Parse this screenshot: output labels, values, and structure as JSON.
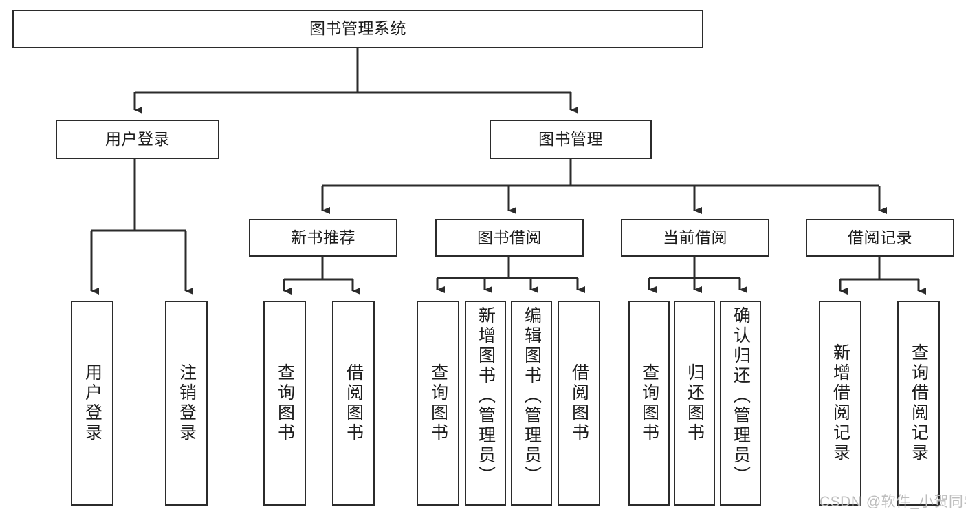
{
  "diagram": {
    "title": "图书管理系统",
    "type": "hierarchy-tree",
    "watermark": "CSDN @软件_小贺同学",
    "colors": {
      "background": "#ffffff",
      "box_border": "#2b2b2b",
      "box_fill": "#ffffff",
      "connector": "#2b2b2b",
      "text": "#1d1d1d",
      "watermark": "#bdbdbd"
    },
    "root": {
      "id": "root",
      "label": "图书管理系统"
    },
    "level1": [
      {
        "id": "user-login",
        "label": "用户登录"
      },
      {
        "id": "book-manage",
        "label": "图书管理"
      }
    ],
    "level2": [
      {
        "id": "new-book-rec",
        "label": "新书推荐",
        "parent": "book-manage"
      },
      {
        "id": "book-borrow",
        "label": "图书借阅",
        "parent": "book-manage"
      },
      {
        "id": "current-borrow",
        "label": "当前借阅",
        "parent": "book-manage"
      },
      {
        "id": "borrow-record",
        "label": "借阅记录",
        "parent": "book-manage"
      }
    ],
    "leaves": [
      {
        "id": "leaf-user-login",
        "label": "用户登录",
        "parent": "user-login"
      },
      {
        "id": "leaf-logout",
        "label": "注销登录",
        "parent": "user-login"
      },
      {
        "id": "leaf-query-book-1",
        "label": "查询图书",
        "parent": "new-book-rec"
      },
      {
        "id": "leaf-borrow-book-1",
        "label": "借阅图书",
        "parent": "new-book-rec"
      },
      {
        "id": "leaf-query-book-2",
        "label": "查询图书",
        "parent": "book-borrow"
      },
      {
        "id": "leaf-add-book",
        "label": "新增图书（管理员）",
        "parent": "book-borrow"
      },
      {
        "id": "leaf-edit-book",
        "label": "编辑图书（管理员）",
        "parent": "book-borrow"
      },
      {
        "id": "leaf-borrow-book-2",
        "label": "借阅图书",
        "parent": "book-borrow"
      },
      {
        "id": "leaf-query-book-3",
        "label": "查询图书",
        "parent": "current-borrow"
      },
      {
        "id": "leaf-return-book",
        "label": "归还图书",
        "parent": "current-borrow"
      },
      {
        "id": "leaf-confirm-return",
        "label": "确认归还（管理员）",
        "parent": "current-borrow"
      },
      {
        "id": "leaf-add-record",
        "label": "新增借阅记录",
        "parent": "borrow-record"
      },
      {
        "id": "leaf-query-record",
        "label": "查询借阅记录",
        "parent": "borrow-record"
      }
    ]
  }
}
